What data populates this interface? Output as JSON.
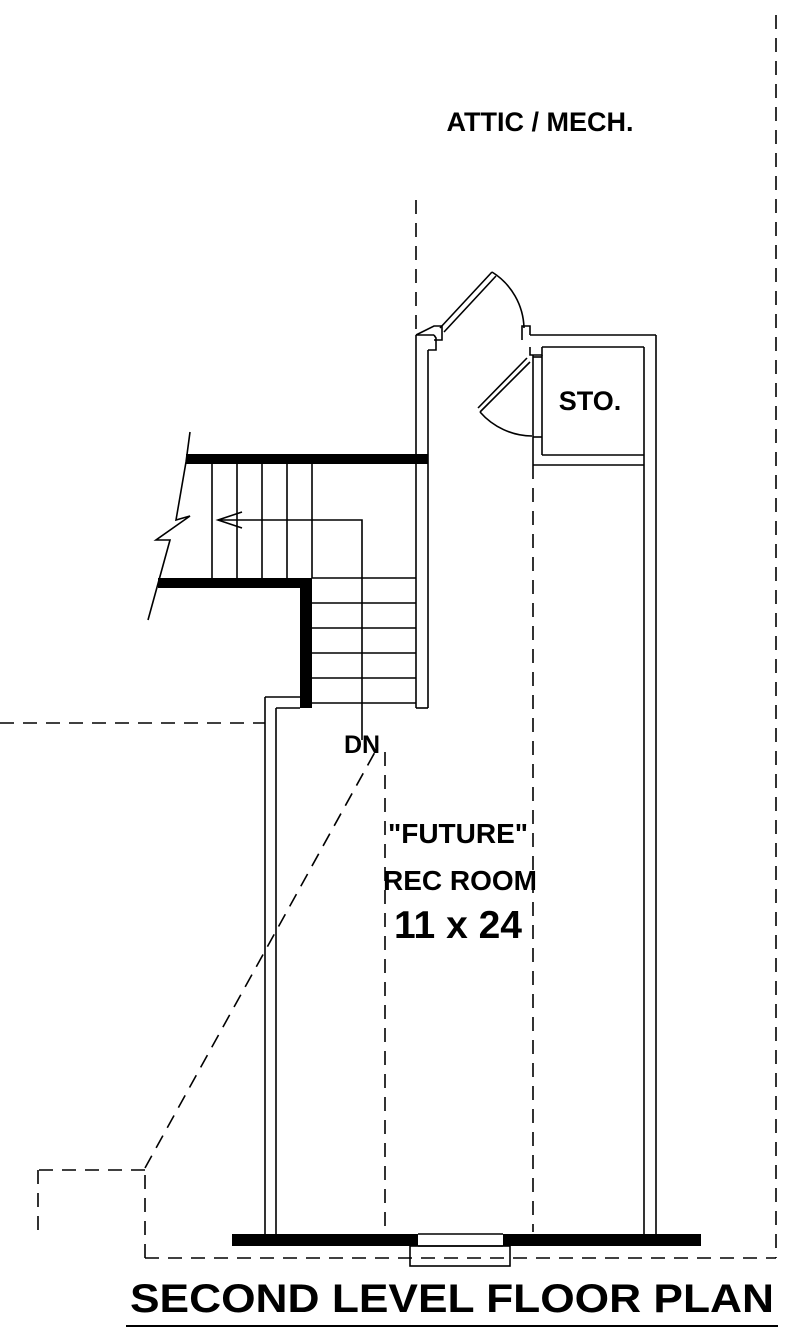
{
  "labels": {
    "attic": "ATTIC / MECH.",
    "storage": "STO.",
    "down": "DN",
    "room_name_line1": "\"FUTURE\"",
    "room_name_line2": "REC ROOM",
    "room_size": "11 x 24",
    "plan_title": "SECOND LEVEL FLOOR PLAN"
  }
}
